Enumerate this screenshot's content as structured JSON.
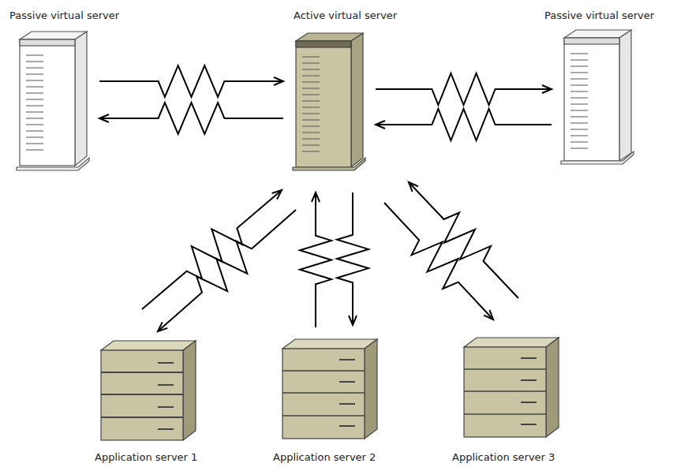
{
  "diagram": {
    "nodes": [
      {
        "text": [
          "Passive virtual server"
        ]
      },
      {
        "text": [
          "Active virtual server"
        ]
      },
      {
        "text": [
          "Passive virtual server"
        ]
      },
      {
        "text": [
          "Application server 1"
        ]
      },
      {
        "text": [
          "Application server 2"
        ]
      },
      {
        "text": [
          "Application server 3"
        ]
      }
    ],
    "edges": [
      {
        "from": 0,
        "to": 1,
        "arrow": "to"
      },
      {
        "from": 1,
        "to": 0,
        "arrow": "to"
      },
      {
        "from": 1,
        "to": 2,
        "arrow": "to"
      },
      {
        "from": 2,
        "to": 1,
        "arrow": "to"
      },
      {
        "from": 3,
        "to": 1,
        "arrow": "to"
      },
      {
        "from": 1,
        "to": 3,
        "arrow": "to"
      },
      {
        "from": 4,
        "to": 1,
        "arrow": "to"
      },
      {
        "from": 1,
        "to": 4,
        "arrow": "to"
      },
      {
        "from": 5,
        "to": 1,
        "arrow": "to"
      },
      {
        "from": 1,
        "to": 5,
        "arrow": "to"
      }
    ]
  }
}
